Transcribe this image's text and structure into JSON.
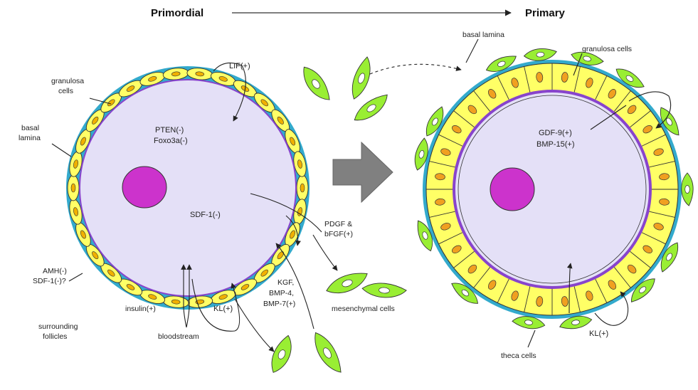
{
  "header": {
    "left_title": "Primordial",
    "right_title": "Primary"
  },
  "colors": {
    "oocyte": "#e4e0f7",
    "nucleus": "#cc33cc",
    "granulosa": "#ffff66",
    "basal_lamina": "#33aacc",
    "mesenchymal": "#99ee33",
    "oocyte_membrane": "#8844cc",
    "arrow_gray": "#808080"
  },
  "icons": {
    "transition_arrow": "big-gray-right-arrow"
  },
  "primordial": {
    "labels": {
      "granulosa_cells": [
        "granulosa",
        "cells"
      ],
      "basal_lamina": [
        "basal",
        "lamina"
      ],
      "lif": "LIF(+)",
      "pten_foxo": [
        "PTEN(-)",
        "Foxo3a(-)"
      ],
      "sdf1": "SDF-1(-)",
      "pdgf_bfgf": [
        "PDGF &",
        "bFGF(+)"
      ],
      "amh_sdf1": [
        "AMH(-)",
        "SDF-1(-)?"
      ],
      "surrounding_follicles": [
        "surrounding",
        "follicles"
      ],
      "insulin": "insulin(+)",
      "bloodstream": "bloodstream",
      "kl": "KL(+)",
      "kgf_bmp": [
        "KGF,",
        "BMP-4,",
        "BMP-7(+)"
      ],
      "mesenchymal_cells": "mesenchymal cells"
    }
  },
  "primary": {
    "labels": {
      "basal_lamina": "basal lamina",
      "granulosa_cells": "granulosa cells",
      "gdf_bmp": [
        "GDF-9(+)",
        "BMP-15(+)"
      ],
      "kl": "KL(+)",
      "theca_cells": "theca cells"
    }
  }
}
